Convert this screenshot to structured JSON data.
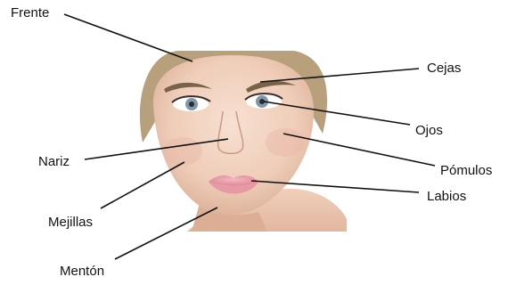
{
  "labels": {
    "frente": "Frente",
    "cejas": "Cejas",
    "ojos": "Ojos",
    "nariz": "Nariz",
    "pomulos": "Pómulos",
    "labios": "Labios",
    "mejillas": "Mejillas",
    "menton": "Mentón"
  },
  "colors": {
    "skin": "#f1d2bf",
    "skin_shadow": "#d9ab92",
    "hair": "#b7a07b",
    "lips": "#e79aa6",
    "iris": "#7f97a9",
    "brow": "#7a6248",
    "leader_line": "#111111"
  }
}
